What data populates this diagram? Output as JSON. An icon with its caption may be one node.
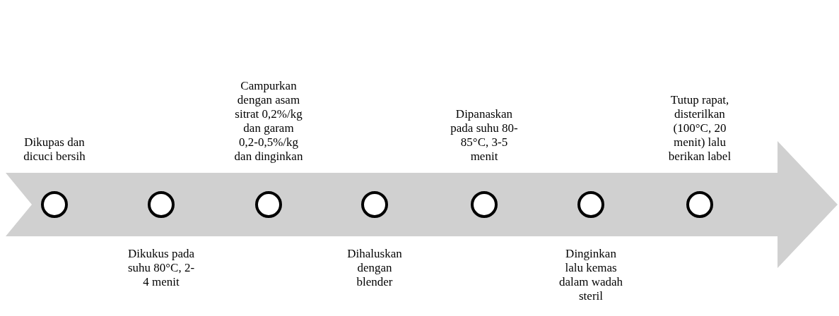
{
  "diagram": {
    "nodes": [
      {
        "text": [],
        "shape": "circle",
        "beside": [
          "Dikupas dan dicuci bersih"
        ]
      },
      {
        "text": [],
        "shape": "circle",
        "beside": [
          "Dikukus pada suhu 80°C, 2-4 menit"
        ]
      },
      {
        "text": [],
        "shape": "circle",
        "beside": [
          "Campurkan dengan asam sitrat 0,2%/kg dan garam 0,2-0,5%/kg dan dinginkan"
        ]
      },
      {
        "text": [],
        "shape": "circle",
        "beside": [
          "Dihaluskan dengan blender"
        ]
      },
      {
        "text": [],
        "shape": "circle",
        "beside": [
          "Dipanaskan pada suhu 80-85°C, 3-5 menit"
        ]
      },
      {
        "text": [],
        "shape": "circle",
        "beside": [
          "Dinginkan lalu kemas dalam wadah steril"
        ]
      },
      {
        "text": [],
        "shape": "circle",
        "beside": [
          "Tutup rapat, disterilkan (100°C, 20 menit) lalu berikan label"
        ]
      }
    ]
  }
}
